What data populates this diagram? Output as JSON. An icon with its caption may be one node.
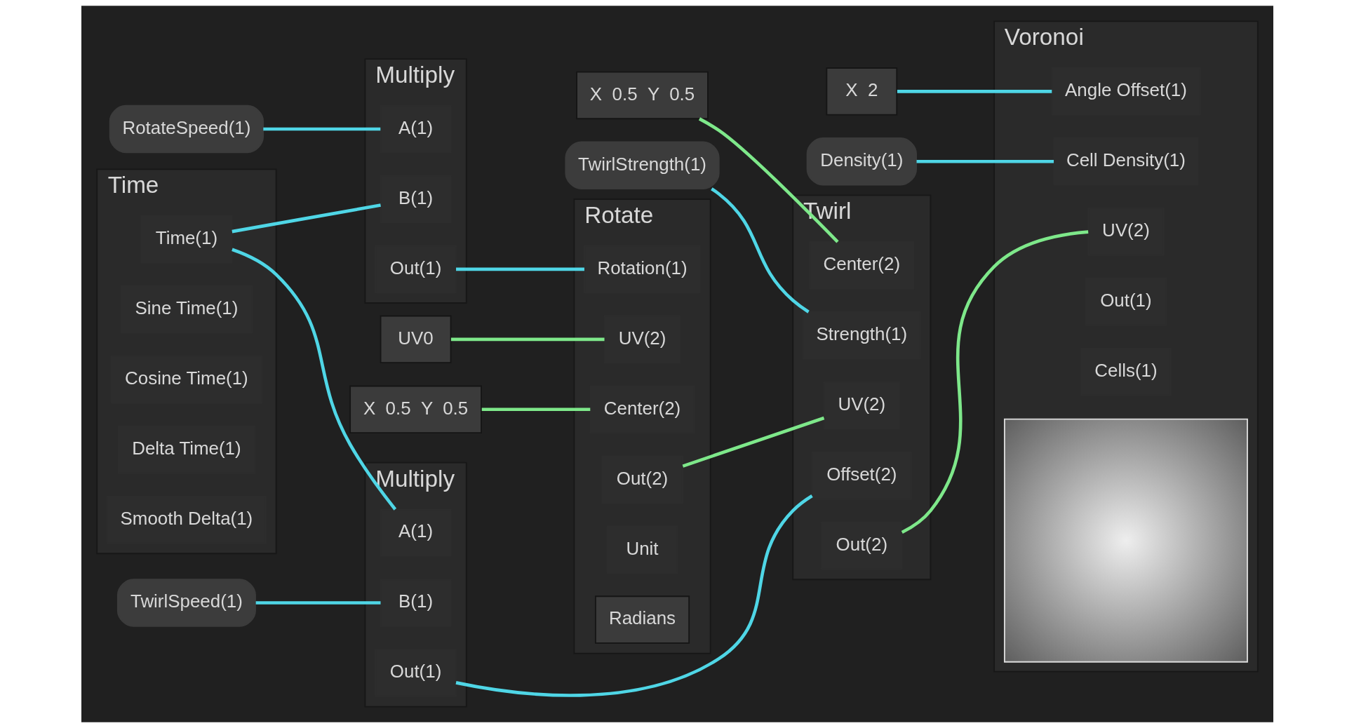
{
  "diagram": {
    "nodes": [
      {
        "text": [
          "Rotate"
        ]
      },
      {
        "text": [
          "UV(2)"
        ],
        "in": 0
      },
      {
        "text": [
          "Center(2)"
        ],
        "in": 0
      },
      {
        "text": [
          "Rotation(1)"
        ],
        "in": 0
      },
      {
        "text": [
          "Out(2)"
        ],
        "in": 0
      },
      {
        "text": [
          "Unit"
        ],
        "in": 0
      },
      {
        "text": [
          "Radians"
        ],
        "in": 0
      },
      {
        "text": [
          "UV0"
        ]
      },
      {
        "text": [
          "X",
          "0.5",
          "Y",
          "0.5"
        ]
      },
      {
        "text": [
          "Multiply"
        ]
      },
      {
        "text": [
          "A(1)"
        ],
        "in": 9
      },
      {
        "text": [
          "B(1)"
        ],
        "in": 9
      },
      {
        "text": [
          "Out(1)"
        ],
        "in": 9
      },
      {
        "text": [
          "RotateSpeed(1)"
        ]
      },
      {
        "text": [
          "Time"
        ]
      },
      {
        "text": [
          "Time(1)"
        ],
        "in": 14
      },
      {
        "text": [
          "Sine Time(1)"
        ],
        "in": 14
      },
      {
        "text": [
          "Cosine Time(1)"
        ],
        "in": 14
      },
      {
        "text": [
          "Delta Time(1)"
        ],
        "in": 14
      },
      {
        "text": [
          "Smooth Delta(1)"
        ],
        "in": 14
      },
      {
        "text": [
          "Twirl"
        ]
      },
      {
        "text": [
          "UV(2)"
        ],
        "in": 20
      },
      {
        "text": [
          "Center(2)"
        ],
        "in": 20
      },
      {
        "text": [
          "Strength(1)"
        ],
        "in": 20
      },
      {
        "text": [
          "Offset(2)"
        ],
        "in": 20
      },
      {
        "text": [
          "Out(2)"
        ],
        "in": 20
      },
      {
        "text": [
          "X",
          "0.5",
          "Y",
          "0.5"
        ]
      },
      {
        "text": [
          "TwirlStrength(1)"
        ]
      },
      {
        "text": [
          "Multiply"
        ]
      },
      {
        "text": [
          "A(1)"
        ],
        "in": 28
      },
      {
        "text": [
          "B(1)"
        ],
        "in": 28
      },
      {
        "text": [
          "Out(1)"
        ],
        "in": 28
      },
      {
        "text": [
          "TwirlSpeed(1)"
        ]
      },
      {
        "text": [
          "Voronoi"
        ]
      },
      {
        "text": [
          "UV(2)"
        ],
        "in": 33
      },
      {
        "text": [
          "Angle Offset(1)"
        ],
        "in": 33
      },
      {
        "text": [
          "Cell Density(1)"
        ],
        "in": 33
      },
      {
        "text": [
          "Out(1)"
        ],
        "in": 33
      },
      {
        "text": [
          "Cells(1)"
        ],
        "in": 33
      },
      {
        "text": [
          "X",
          "2"
        ]
      },
      {
        "text": [
          "Density(1)"
        ]
      },
      {
        "text": [],
        "shape": "picture",
        "in": 33
      }
    ],
    "edges": [
      {
        "from": 7,
        "to": 1,
        "arrow": "none",
        "color": "#7ee88a"
      },
      {
        "from": 8,
        "to": 2,
        "arrow": "none",
        "color": "#7ee88a"
      },
      {
        "from": 12,
        "to": 3,
        "arrow": "none"
      },
      {
        "from": 13,
        "to": 10,
        "arrow": "none"
      },
      {
        "from": 15,
        "to": 11,
        "arrow": "none"
      },
      {
        "from": 15,
        "to": 29,
        "arrow": "none"
      },
      {
        "from": 4,
        "to": 21,
        "arrow": "none",
        "color": "#7ee88a"
      },
      {
        "from": 26,
        "to": 22,
        "arrow": "none",
        "color": "#7ee88a"
      },
      {
        "from": 27,
        "to": 23,
        "arrow": "none"
      },
      {
        "from": 31,
        "to": 24,
        "arrow": "none"
      },
      {
        "from": 32,
        "to": 30,
        "arrow": "none"
      },
      {
        "from": 25,
        "to": 34,
        "arrow": "none",
        "color": "#7ee88a"
      },
      {
        "from": 39,
        "to": 35,
        "arrow": "none"
      },
      {
        "from": 40,
        "to": 36,
        "arrow": "none"
      }
    ]
  }
}
